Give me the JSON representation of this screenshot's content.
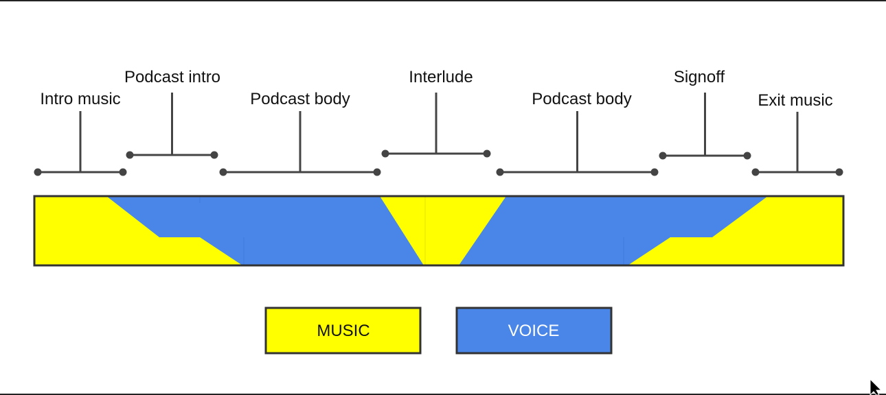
{
  "colors": {
    "music": "#ffff00",
    "voice": "#4a86e8",
    "line": "#444444",
    "frame": "#333333"
  },
  "segments": [
    {
      "label": "Intro music",
      "role": "music"
    },
    {
      "label": "Podcast intro",
      "role": "transition"
    },
    {
      "label": "Podcast body",
      "role": "voice"
    },
    {
      "label": "Interlude",
      "role": "transition"
    },
    {
      "label": "Podcast body",
      "role": "voice"
    },
    {
      "label": "Signoff",
      "role": "transition"
    },
    {
      "label": "Exit music",
      "role": "music"
    }
  ],
  "legend": {
    "music_label": "MUSIC",
    "voice_label": "VOICE"
  },
  "cursor_icon": "arrow-cursor-icon"
}
